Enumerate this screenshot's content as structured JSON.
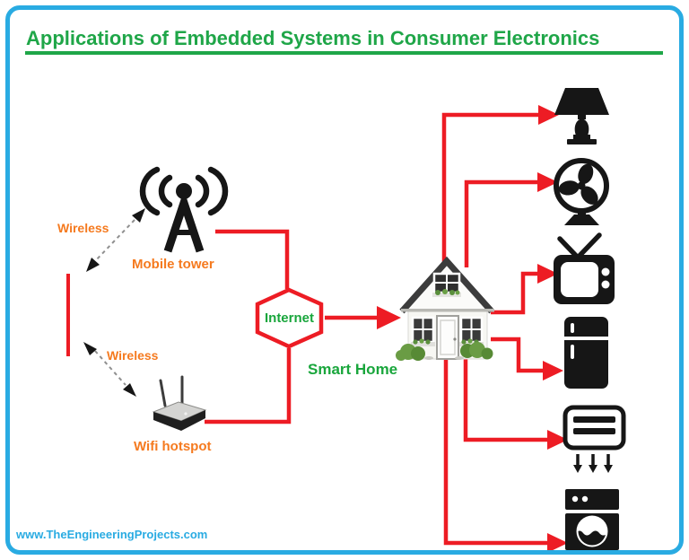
{
  "header": {
    "title": "Applications of Embedded Systems in Consumer Electronics"
  },
  "footer": {
    "watermark": "www.TheEngineeringProjects.com"
  },
  "nodes": {
    "mobile_tower": {
      "label": "Mobile tower",
      "icon": "cell-tower-icon"
    },
    "wifi_hotspot": {
      "label": "Wifi hotspot",
      "icon": "wifi-router-icon"
    },
    "internet": {
      "label": "Internet",
      "shape": "hexagon"
    },
    "smart_home": {
      "label": "Smart Home",
      "icon": "house-icon"
    },
    "wireless_top": {
      "label": "Wireless"
    },
    "wireless_bottom": {
      "label": "Wireless"
    }
  },
  "appliances": [
    {
      "id": "lamp",
      "icon": "table-lamp-icon"
    },
    {
      "id": "fan",
      "icon": "table-fan-icon"
    },
    {
      "id": "tv",
      "icon": "television-icon"
    },
    {
      "id": "fridge",
      "icon": "refrigerator-icon"
    },
    {
      "id": "ac",
      "icon": "air-conditioner-icon"
    },
    {
      "id": "washer",
      "icon": "washing-machine-icon"
    }
  ],
  "connections": [
    {
      "from": "mobile_tower",
      "to": "internet",
      "style": "red-elbow-line"
    },
    {
      "from": "wifi_hotspot",
      "to": "internet",
      "style": "red-elbow-line"
    },
    {
      "from": "internet",
      "to": "smart_home",
      "style": "red-arrow"
    },
    {
      "from": "mobile_tower",
      "to": "wireless-link-bar",
      "style": "dashed-double-arrow"
    },
    {
      "from": "wifi_hotspot",
      "to": "wireless-link-bar",
      "style": "dashed-double-arrow"
    },
    {
      "from": "smart_home",
      "to": "lamp",
      "style": "red-arrow"
    },
    {
      "from": "smart_home",
      "to": "fan",
      "style": "red-arrow"
    },
    {
      "from": "smart_home",
      "to": "tv",
      "style": "red-arrow"
    },
    {
      "from": "smart_home",
      "to": "fridge",
      "style": "red-arrow"
    },
    {
      "from": "smart_home",
      "to": "ac",
      "style": "red-arrow"
    },
    {
      "from": "smart_home",
      "to": "washer",
      "style": "red-arrow"
    }
  ],
  "colors": {
    "frame_blue": "#29abe2",
    "title_green": "#1fa648",
    "label_green": "#19a63c",
    "label_orange": "#f57a1f",
    "connector_red": "#ed1c24",
    "icon_black": "#161616"
  }
}
